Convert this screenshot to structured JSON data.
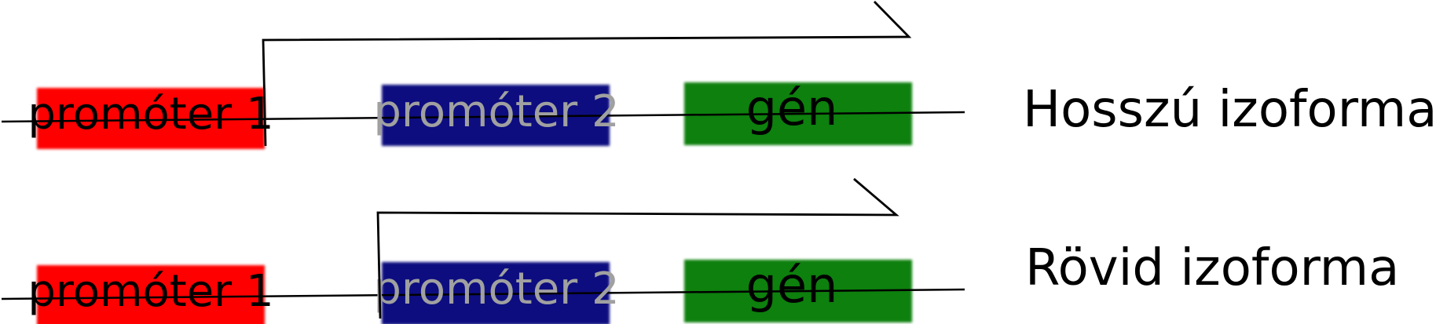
{
  "colors": {
    "promoter1": "#ff0000",
    "promoter2": "#0b0b80",
    "gene": "#0a800a",
    "dark_text": "#000000",
    "light_text": "#a0a0a0",
    "line": "#000000"
  },
  "rows": [
    {
      "promoter1_label": "promóter 1",
      "promoter2_label": "promóter 2",
      "gene_label": "gén",
      "isoform_label": "Hosszú izoforma",
      "transcription_start": "promoter1"
    },
    {
      "promoter1_label": "promóter 1",
      "promoter2_label": "promóter 2",
      "gene_label": "gén",
      "isoform_label": "Rövid izoforma",
      "transcription_start": "promoter2"
    }
  ]
}
